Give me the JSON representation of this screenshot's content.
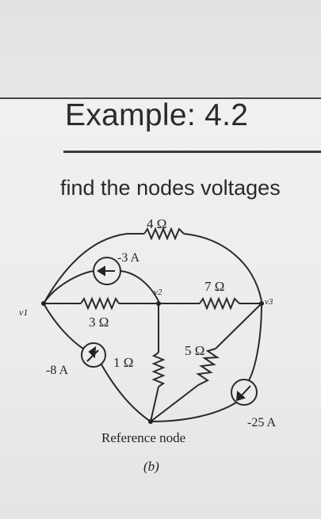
{
  "title": "Example: 4.2",
  "subtitle": "find the nodes voltages",
  "circuit": {
    "labels": {
      "r_top": "4 Ω",
      "cs_top": "-3 A",
      "node_v1": "v1",
      "node_v2": "v2",
      "node_v3": "v3",
      "r_left": "3 Ω",
      "r_right": "7 Ω",
      "r_mid": "1 Ω",
      "r_diag": "5 Ω",
      "cs_left": "-8 A",
      "cs_right": "-25 A",
      "reference": "Reference node",
      "figure": "(b)"
    }
  }
}
